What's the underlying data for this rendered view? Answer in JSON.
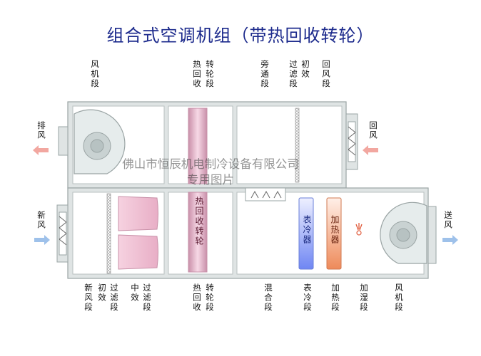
{
  "title": "组合式空调机组（带热回收转轮）",
  "watermark": {
    "line1": "佛山市恒辰机电制冷设备有限公司",
    "line2": "专用图片"
  },
  "top_labels": {
    "fan_section": "风机段",
    "heat_recovery": "热回收",
    "wheel_section": "转轮段",
    "bypass_section": "旁通段",
    "filter_section": "过滤段",
    "primary_eff": "初效",
    "return_air_section": "回风段"
  },
  "side_labels": {
    "exhaust": "排风",
    "return_air": "回风",
    "fresh_air": "新风",
    "supply_air": "送风"
  },
  "inner_labels": {
    "wheel": "热回收转轮",
    "cooler": "表冷器",
    "heater": "加热器"
  },
  "bottom_labels": {
    "fresh_air_section": "新风段",
    "primary": "初效",
    "primary_filter": "过滤段",
    "medium": "中效",
    "medium_filter": "过滤段",
    "heat_recovery": "热回收",
    "wheel_section": "转轮段",
    "mixing_section": "混合段",
    "cooler_section": "表冷段",
    "heating_section": "加热段",
    "humidify_section": "加湿段",
    "fan_section": "风机段"
  },
  "colors": {
    "title": "#1c2a8c",
    "casing": "#9aa4a4",
    "inlet_arrow": "#f2a7a0",
    "supply_arrow": "#9ec1ea",
    "cooler": "#7f95f0",
    "heater": "#f0966b",
    "wheel": "#e8b1c8"
  }
}
